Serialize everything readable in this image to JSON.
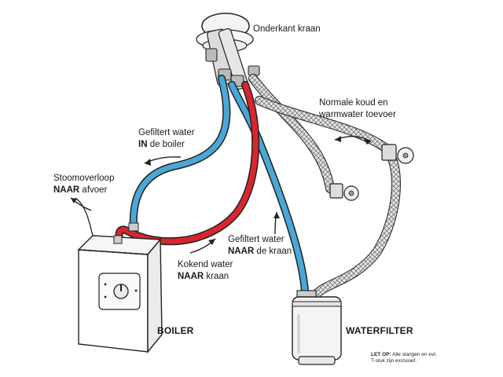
{
  "labels": {
    "onderkant_kraan": "Onderkant kraan",
    "normale_toevoer_line1": "Normale koud en",
    "normale_toevoer_line2": "warmwater toevoer",
    "gefiltert_in_line1": "Gefiltert water",
    "gefiltert_in_bold": "IN",
    "gefiltert_in_rest": " de boiler",
    "stoomoverloop_line1": "Stoomoverloop",
    "stoomoverloop_bold": "NAAR",
    "stoomoverloop_rest": " afvoer",
    "gefiltert_naar_line1": "Gefiltert water",
    "gefiltert_naar_bold": "NAAR",
    "gefiltert_naar_rest": " de kraan",
    "kokend_line1": "Kokend water",
    "kokend_bold": "NAAR",
    "kokend_rest": " kraan",
    "boiler": "BOILER",
    "waterfilter": "WATERFILTER",
    "note_bold": "LET OP:",
    "note_rest": " Alle slangen en evt.",
    "note_line2": "T-stuk zijn exclusief."
  },
  "colors": {
    "filtered_hose": "#4aa8d8",
    "boiling_hose": "#d8262e",
    "supply_hose": "#b0b0b0",
    "outline": "#222222"
  }
}
